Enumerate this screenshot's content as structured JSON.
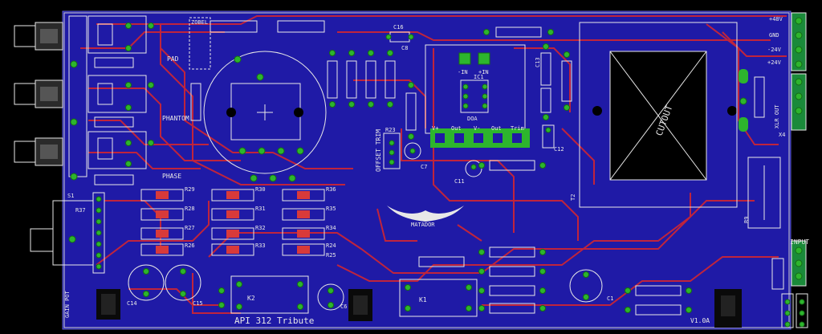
{
  "board": {
    "title": "API 312 Tribute",
    "version": "V1.0A",
    "logo_text": "MATADOR"
  },
  "colors": {
    "background": "#000000",
    "board": "#1f1aa6",
    "trace_top": "#c0243c",
    "pad": "#2db52d",
    "silk": "#e8e8e8"
  },
  "labels": {
    "pad": "PAD",
    "phantom": "PHANTOM",
    "phase": "PHASE",
    "zobel": "ZOBEL",
    "offset_trim": "OFFSET TRIM",
    "cutout": "CUTOUT",
    "gain_pot": "GAIN POT",
    "xlr_out": "XLR OUT",
    "input": "INPUT",
    "gnd": "GND",
    "v48": "+48V",
    "vm24": "-24V",
    "vp24": "+24V",
    "in_minus": "-IN",
    "in_plus": "+IN",
    "ic1": "IC1",
    "dual": "DOA",
    "t2": "T2"
  },
  "opamp_pins": [
    "V+",
    "Out",
    "V-",
    "Out",
    "Trim"
  ],
  "resistors": {
    "r23": "R23",
    "r24": "R24",
    "r25": "R25",
    "r26": "R26",
    "r27": "R27",
    "r28": "R28",
    "r29": "R29",
    "r30": "R30",
    "r31": "R31",
    "r32": "R32",
    "r33": "R33",
    "r34": "R34",
    "r35": "R35",
    "r36": "R36",
    "r37": "R37",
    "r9": "R9"
  },
  "caps": {
    "c1": "C1",
    "c6": "C6",
    "c7": "C7",
    "c8": "C8",
    "c11": "C11",
    "c12": "C12",
    "c13": "C13",
    "c14": "C14",
    "c15": "C15",
    "c16": "C16"
  },
  "relays": {
    "k1": "K1",
    "k2": "K2"
  },
  "connectors": {
    "x4": "X4",
    "s1": "S1"
  }
}
